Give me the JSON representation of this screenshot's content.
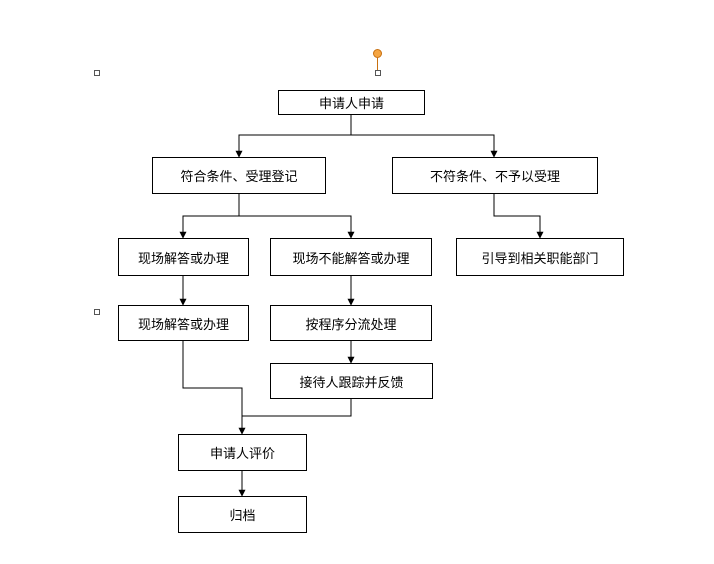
{
  "colors": {
    "line": "#000000",
    "node_border": "#000000",
    "node_fill": "#ffffff",
    "rotate_handle": "#f5a542"
  },
  "nodes": {
    "applicant_request": "申请人申请",
    "meets_conditions": "符合条件、受理登记",
    "not_meets_conditions": "不符条件、不予以受理",
    "onsite_answer_1": "现场解答或办理",
    "onsite_cannot_answer": "现场不能解答或办理",
    "guide_to_department": "引导到相关职能部门",
    "onsite_answer_2": "现场解答或办理",
    "process_by_procedure": "按程序分流处理",
    "receiver_follow_up": "接待人跟踪并反馈",
    "applicant_evaluation": "申请人评价",
    "archive": "归档"
  }
}
